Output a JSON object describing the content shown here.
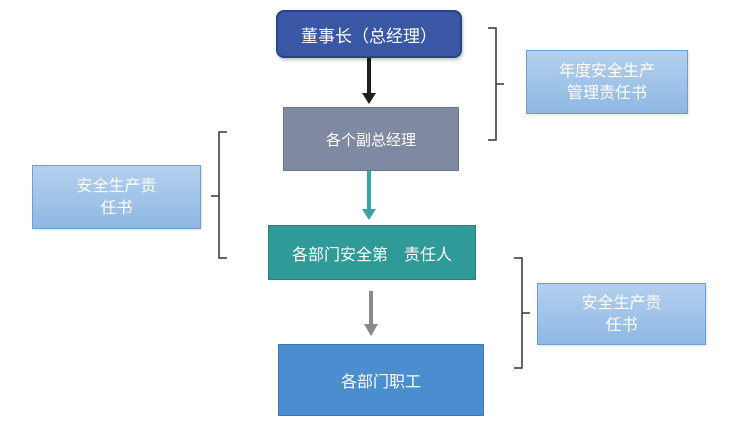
{
  "nodes": {
    "chairman": "董事长（总经理）",
    "vice_managers": "各个副总经理",
    "dept_heads": "各部门安全第　责任人",
    "dept_staff": "各部门职工"
  },
  "documents": {
    "annual_mgmt_line1": "年度安全生产",
    "annual_mgmt_line2": "管理责任书",
    "safety_left_line1": "安全生产责",
    "safety_left_line2": "任书",
    "safety_right_line1": "安全生产责",
    "safety_right_line2": "任书"
  },
  "colors": {
    "chairman": "#3a57a6",
    "vice_managers": "#7f8aa2",
    "dept_heads": "#2f9a98",
    "dept_staff": "#4a8ed0",
    "arrow1": "#1e1e1e",
    "arrow2": "#3aa3a6",
    "arrow3": "#8a8a8a",
    "document": "#9ec3e8",
    "bracket": "#333333"
  }
}
